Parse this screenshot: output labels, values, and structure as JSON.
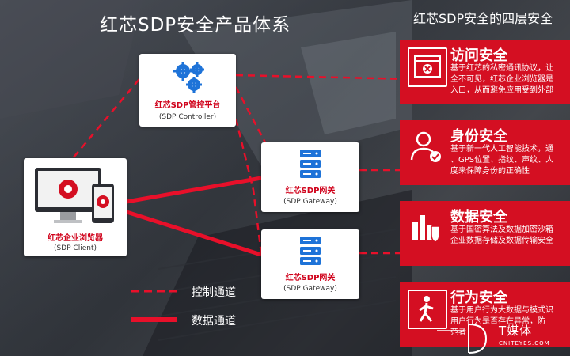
{
  "title": "红芯SDP安全产品体系",
  "right_title": "红芯SDP安全的四层安全",
  "nodes": {
    "controller": {
      "name": "红芯SDP管控平台",
      "sub": "(SDP Controller)"
    },
    "client": {
      "name": "红芯企业浏览器",
      "sub": "(SDP Client)"
    },
    "gateway1": {
      "name": "红芯SDP网关",
      "sub": "(SDP Gateway)"
    },
    "gateway2": {
      "name": "红芯SDP网关",
      "sub": "(SDP Gateway)"
    }
  },
  "legend": {
    "control": "控制通道",
    "data": "数据通道"
  },
  "cards": [
    {
      "title": "访问安全",
      "icon": "browser-x-icon",
      "lines": [
        "基于红芯的私密通讯协议，让",
        "全不可见，红芯企业浏览器是",
        "入口，从而避免应用受到外部"
      ]
    },
    {
      "title": "身份安全",
      "icon": "user-check-icon",
      "lines": [
        "基于新一代人工智能技术，通",
        "、GPS位置、指纹、声纹、人",
        "度来保障身份的正确性"
      ]
    },
    {
      "title": "数据安全",
      "icon": "data-shield-icon",
      "lines": [
        "基于国密算法及数据加密沙箱",
        "企业数据存储及数据传输安全"
      ]
    },
    {
      "title": "行为安全",
      "icon": "user-behavior-icon",
      "lines": [
        "基于用户行为大数据与模式识",
        "用户行为是否存在异常，防",
        "范者"
      ]
    }
  ],
  "watermark": {
    "text": "T媒体",
    "sub": "CNITEYES.COM"
  },
  "colors": {
    "brand_red": "#d40f22",
    "line_red": "#e8102a"
  }
}
